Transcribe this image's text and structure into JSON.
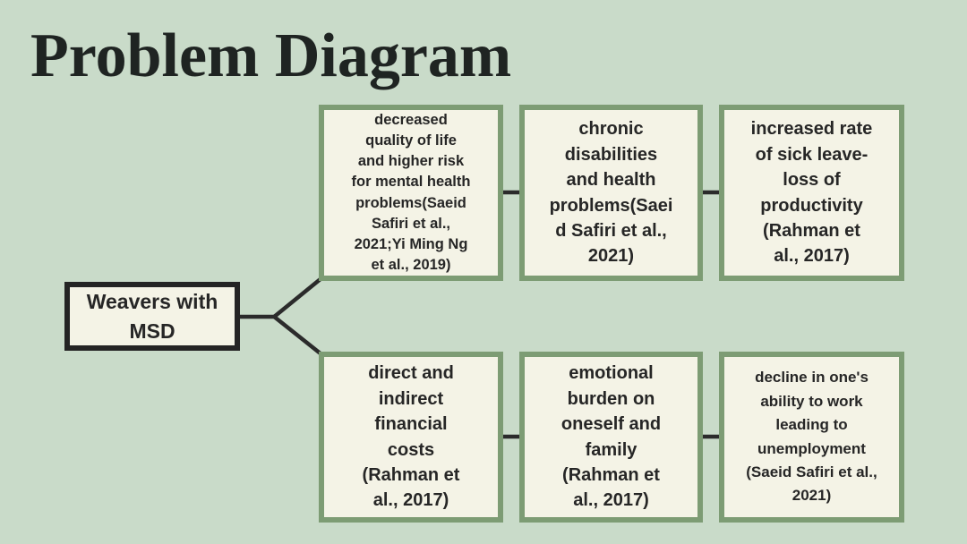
{
  "title": "Problem Diagram",
  "colors": {
    "background": "#c9dbc9",
    "node_fill": "#f4f3e6",
    "node_border": "#7d9c74",
    "root_border": "#242424",
    "text": "#262626",
    "title_color": "#1f2422",
    "line": "#2b2b2b"
  },
  "root": {
    "label": "Weavers with MSD",
    "lines": [
      "Weavers with",
      "MSD"
    ]
  },
  "nodes": {
    "top": [
      {
        "name": "decreased-quality-of-life",
        "text": "decreased quality of life and higher risk for mental health problems(Saeid Safiri et al., 2021;Yi Ming Ng et al., 2019)",
        "lines": [
          "decreased",
          "quality of life",
          "and higher risk",
          "for mental health",
          "problems(Saeid",
          "Safiri et al.,",
          "2021;Yi Ming Ng",
          "et al., 2019)"
        ]
      },
      {
        "name": "chronic-disabilities",
        "text": "chronic disabilities and health problems(Saeid Safiri et al., 2021)",
        "lines": [
          "chronic",
          "disabilities",
          "and health",
          "problems(Saei",
          "d Safiri et al.,",
          "2021)"
        ]
      },
      {
        "name": "increased-sick-leave",
        "text": "increased rate of sick leave- loss of productivity (Rahman et al., 2017)",
        "lines": [
          "increased rate",
          "of sick leave-",
          "loss of",
          "productivity",
          "(Rahman et",
          "al., 2017)"
        ]
      }
    ],
    "bottom": [
      {
        "name": "financial-costs",
        "text": "direct and indirect financial costs (Rahman et al., 2017)",
        "lines": [
          "direct and",
          "indirect",
          "financial",
          "costs",
          "(Rahman et",
          "al., 2017)"
        ]
      },
      {
        "name": "emotional-burden",
        "text": "emotional burden on oneself and family (Rahman et al., 2017)",
        "lines": [
          "emotional",
          "burden on",
          "oneself and",
          "family",
          "(Rahman et",
          "al., 2017)"
        ]
      },
      {
        "name": "decline-work-ability",
        "text": "decline in one's ability to work leading to unemployment (Saeid Safiri et al., 2021)",
        "lines": [
          "decline in one's",
          "ability to work",
          "leading to",
          "unemployment",
          "(Saeid Safiri et al.,",
          "2021)"
        ]
      }
    ]
  }
}
